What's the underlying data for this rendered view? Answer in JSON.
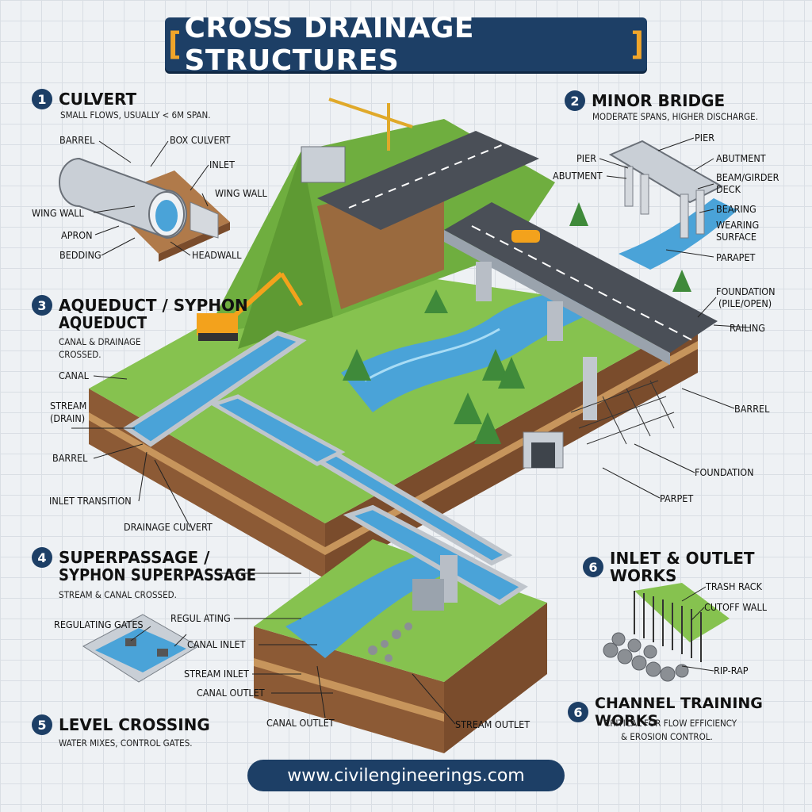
{
  "title": "CROSS DRAINAGE STRUCTURES",
  "title_brackets": {
    "open": "[",
    "close": "]"
  },
  "colors": {
    "navy": "#1d3f66",
    "accent": "#f0a52a",
    "water": "#4aa3d8",
    "grass": "#7dbb4a",
    "soil": "#b07a4a"
  },
  "sections": {
    "culvert": {
      "num": "1",
      "title": "CULVERT",
      "desc": "SMALL FLOWS, USUALLY < 6M SPAN."
    },
    "minor_bridge": {
      "num": "2",
      "title": "MINOR BRIDGE",
      "desc": "MODERATE SPANS, HIGHER DISCHARGE."
    },
    "aqueduct": {
      "num": "3",
      "title": "AQUEDUCT / SYPHON",
      "title2": "AQUEDUCT",
      "desc": "CANAL & DRAINAGE",
      "desc2": "CROSSED."
    },
    "superpassage": {
      "num": "4",
      "title": "SUPERPASSAGE /",
      "title2": "SYPHON SUPERPASSAGE",
      "desc": "STREAM & CANAL CROSSED."
    },
    "level_crossing": {
      "num": "5",
      "title": "LEVEL CROSSING",
      "desc": "WATER MIXES, CONTROL GATES."
    },
    "inlet_outlet": {
      "num": "6",
      "title": "INLET & OUTLET WORKS"
    },
    "channel_training": {
      "num": "6",
      "title": "CHANNEL TRAINING WORKS",
      "desc": "CRITICAL FOR FLOW EFFICIENCY",
      "desc2": "& EROSION CONTROL."
    }
  },
  "labels": {
    "barrel_1": "BARREL",
    "box_culvert": "BOX CULVERT",
    "inlet": "INLET",
    "wing_wall_right": "WING WALL",
    "wing_wall_left": "WING WALL",
    "apron": "APRON",
    "bedding": "BEDDING",
    "headwall": "HEADWALL",
    "pier_top": "PIER",
    "pier_left": "PIER",
    "abutment_left": "ABUTMENT",
    "abutment_right": "ABUTMENT",
    "beam_girder": "BEAM/GIRDER",
    "deck": "DECK",
    "bearing": "BEARING",
    "wearing": "WEARING",
    "surface": "SURFACE",
    "parapet_1": "PARAPET",
    "foundation_pile": "FOUNDATION",
    "pile_open": "(PILE/OPEN)",
    "railing": "RAILING",
    "canal": "CANAL",
    "stream": "STREAM",
    "drain": "(DRAIN)",
    "barrel_3": "BARREL",
    "inlet_transition": "INLET TRANSITION",
    "drainage_culvert": "DRAINAGE CULVERT",
    "barrel_right": "BARREL",
    "foundation": "FOUNDATION",
    "parapet_2": "PARPET",
    "regulating_gates": "REGULATING GATES",
    "regul_ating": "REGUL ATING",
    "canal_inlet": "CANAL INLET",
    "stream_inlet": "STREAM INLET",
    "canal_outlet": "CANAL OUTLET",
    "canal_outlet_bottom": "CANAL OUTLET",
    "stream_outlet": "STREAM OUTLET",
    "trash_rack": "TRASH RACK",
    "cutoff_wall": "CUTOFF WALL",
    "rip_rap": "RIP-RAP"
  },
  "footer_url": "www.civilengineerings.com"
}
